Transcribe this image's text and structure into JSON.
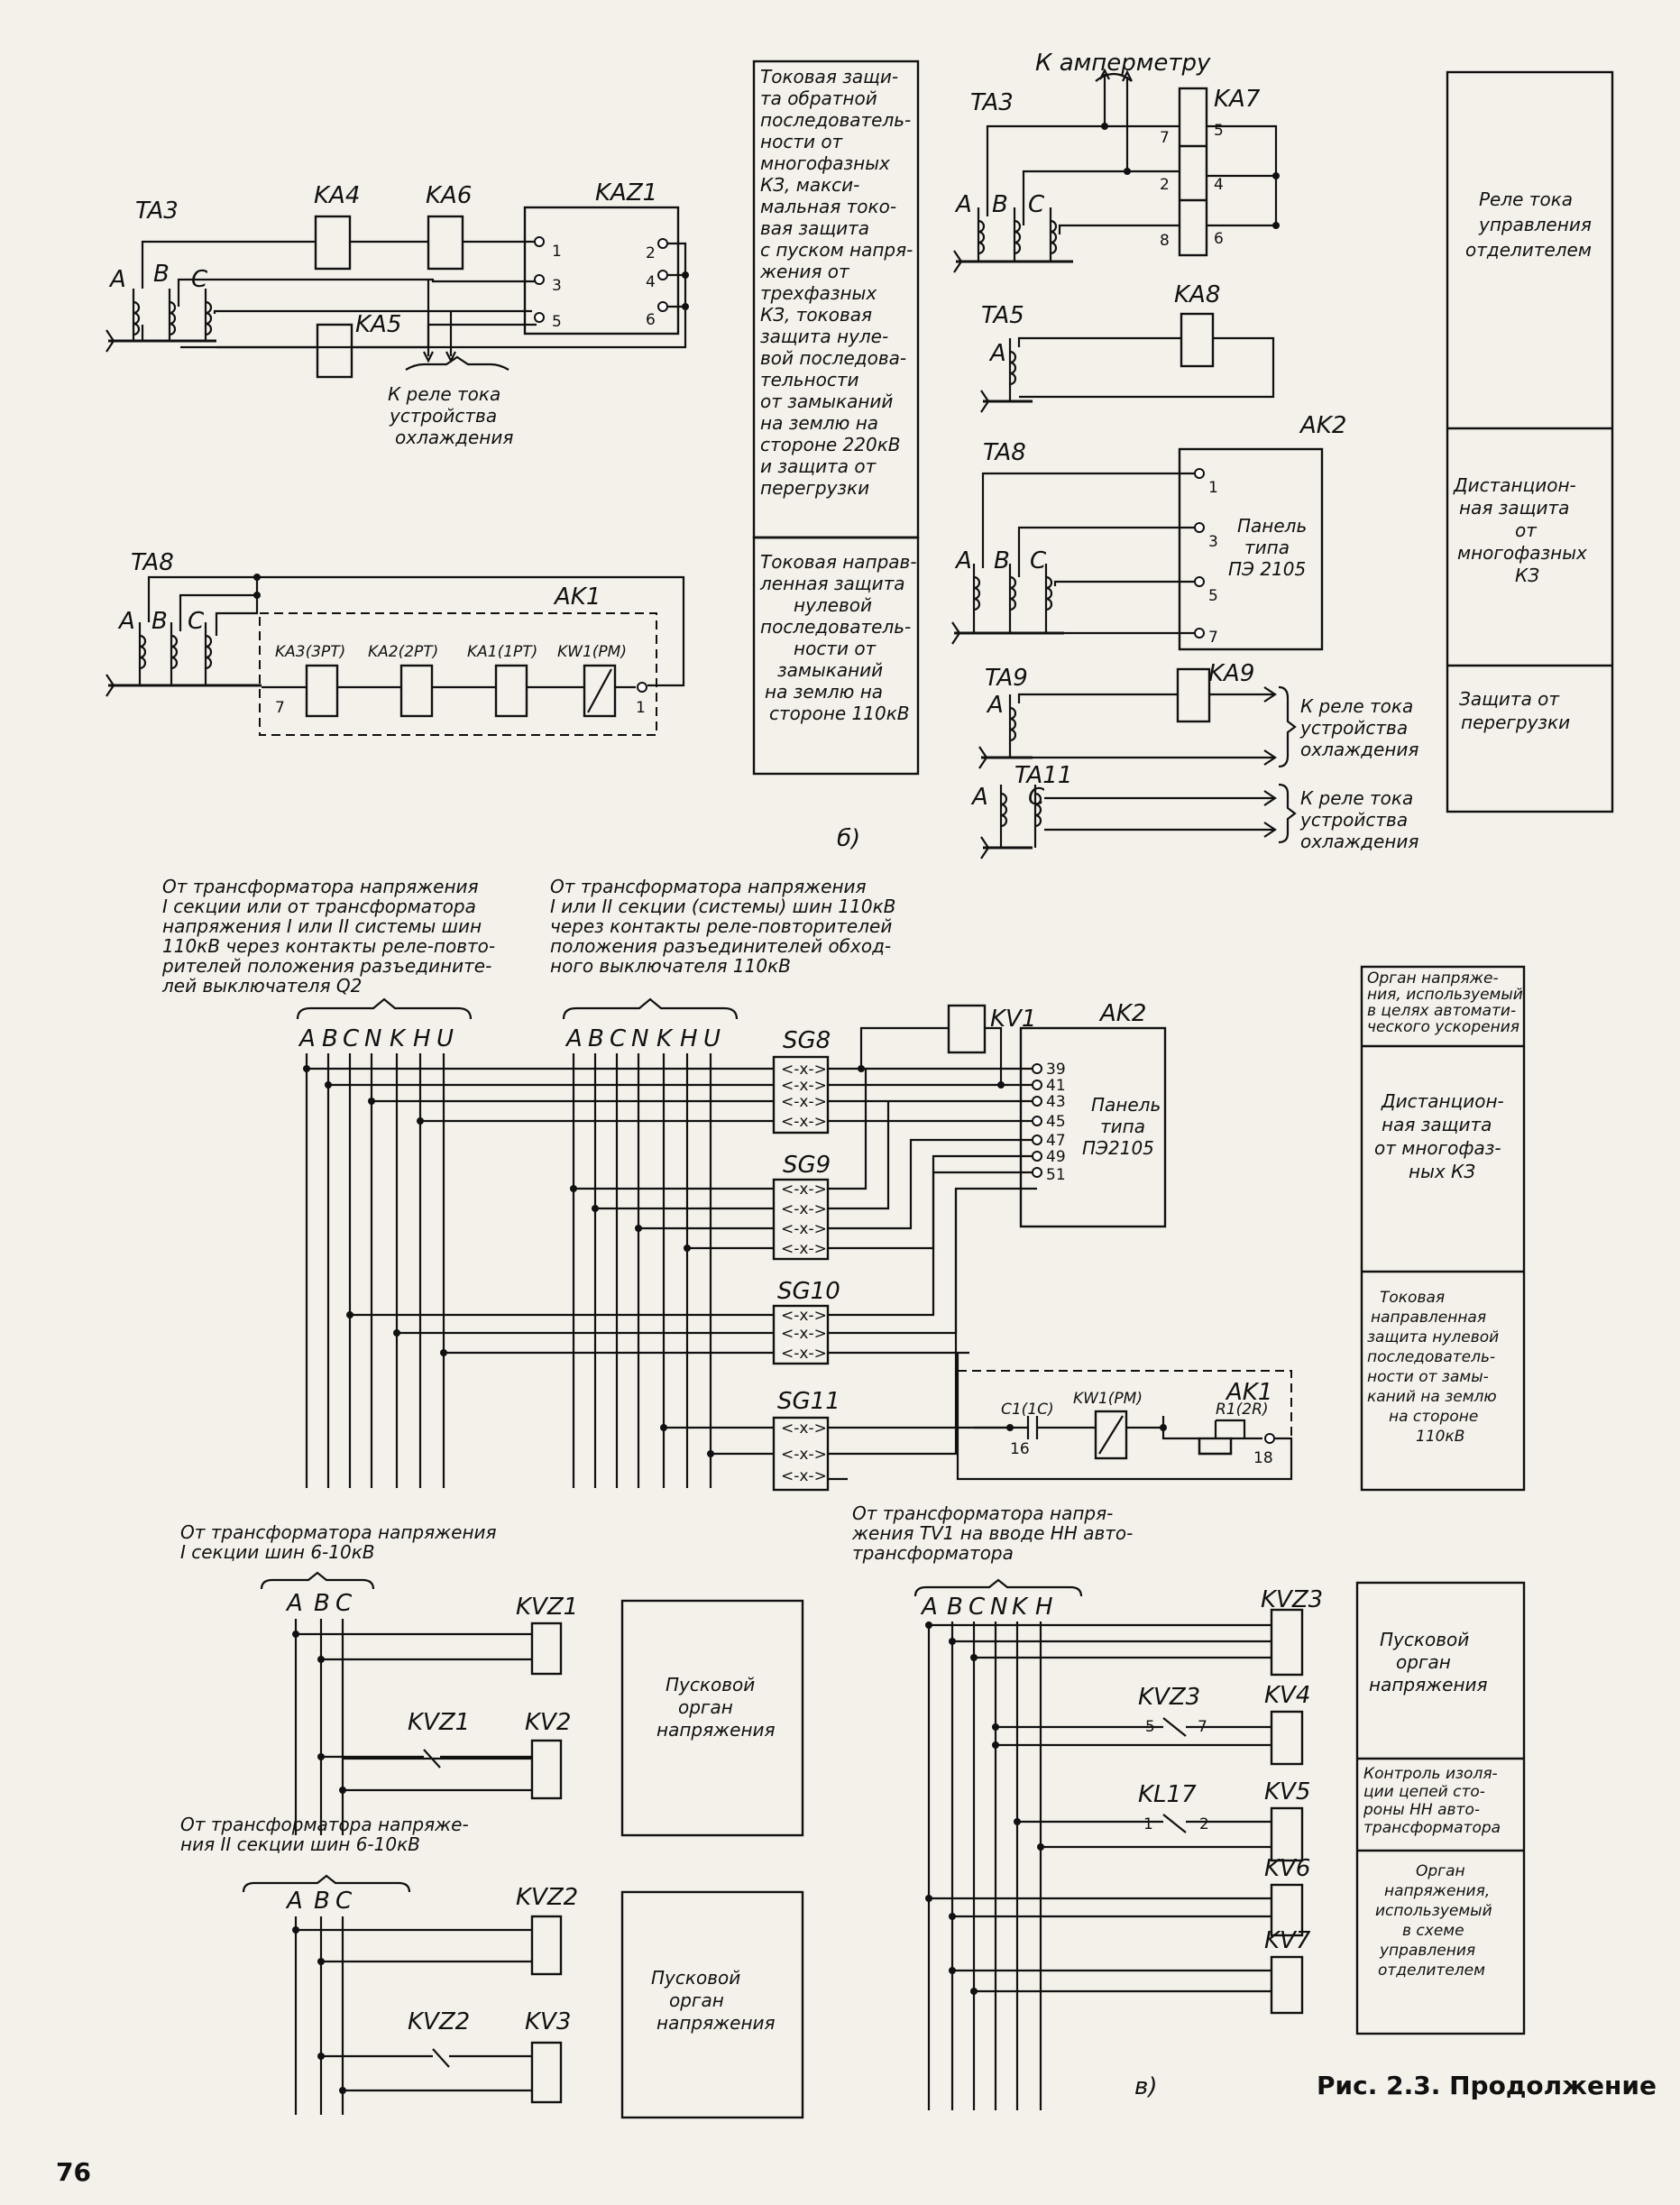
{
  "page": {
    "number": "76",
    "caption": "Рис. 2.3. Продолжение",
    "panel_b": "б)",
    "panel_c": "в)"
  },
  "top_left": {
    "ta3": "TA3",
    "phase_a": "A",
    "phase_b": "B",
    "phase_c": "C",
    "ka4": "KA4",
    "ka6": "KA6",
    "ka5": "KA5",
    "kaz1": "KAZ1",
    "kaz1_pins": [
      "1",
      "3",
      "5",
      "2",
      "4",
      "6"
    ],
    "note": [
      "К реле тока",
      "устройства",
      "охлаждения"
    ]
  },
  "ak1_panel": {
    "ta8": "TA8",
    "ak1": "AK1",
    "relays": [
      "KA3(3PT)",
      "KA2(2PT)",
      "KA1(1PT)",
      "KW1(PM)"
    ],
    "pin_in": "7",
    "pin_out": "1"
  },
  "func_b_left": [
    {
      "lines": [
        "Токовая защи-",
        "та обратной",
        "последователь-",
        "ности от",
        "многофазных",
        "КЗ, макси-",
        "мальная токо-",
        "вая защита",
        "с пуском напря-",
        "жения от",
        "трехфазных",
        "КЗ, токовая",
        "защита нуле-",
        "вой последова-",
        "тельности",
        "от замыканий",
        "на землю на",
        "стороне 220кВ",
        "и защита от",
        "перегрузки"
      ]
    },
    {
      "lines": [
        "Токовая направ-",
        "ленная защита",
        "нулевой",
        "последователь-",
        "ности от",
        "замыканий",
        "на землю на",
        "стороне 110кВ"
      ]
    }
  ],
  "top_right": {
    "ammeter": "К амперметру",
    "ta3": "TA3",
    "ka7": "KA7",
    "ka7_pins": [
      "7",
      "2",
      "8",
      "5",
      "4",
      "6"
    ],
    "ta5": "TA5",
    "ka8": "KA8",
    "ta8": "TA8",
    "ak2": "AK2",
    "ak2_panel": [
      "Панель",
      "типа",
      "ПЭ 2105"
    ],
    "ak2_pins": [
      "1",
      "3",
      "5",
      "7"
    ],
    "ta9": "TA9",
    "ka9": "KA9",
    "ta11": "TA11",
    "note1": [
      "К реле тока",
      "устройства",
      "охлаждения"
    ],
    "note2": [
      "К реле тока",
      "устройства",
      "охлаждения"
    ]
  },
  "func_b_right": [
    {
      "lines": [
        "Реле тока",
        "управления",
        "отделителем"
      ]
    },
    {
      "lines": [
        "Дистанцион-",
        "ная защита",
        "от",
        "многофазных",
        "КЗ"
      ]
    },
    {
      "lines": [
        "Защита от",
        "перегрузки"
      ]
    }
  ],
  "middle": {
    "source1": [
      "От трансформатора напряжения",
      "I секции или от трансформатора",
      "напряжения I или II системы шин",
      "110кВ через контакты реле-повто-",
      "рителей положения разъедините-",
      "лей выключателя Q2"
    ],
    "source2": [
      "От трансформатора напряжения",
      "I или II секции (системы) шин 110кВ",
      "через контакты реле-повторителей",
      "положения разъединителей обход-",
      "ного выключателя 110кВ"
    ],
    "bus_labels": [
      "A",
      "B",
      "C",
      "N",
      "K",
      "H",
      "U"
    ],
    "sg": [
      "SG8",
      "SG9",
      "SG10",
      "SG11"
    ],
    "kv1": "KV1",
    "ak2": "AK2",
    "ak2_panel": [
      "Панель",
      "типа",
      "ПЭ2105"
    ],
    "ak2_pins": [
      "39",
      "41",
      "43",
      "45",
      "47",
      "49",
      "51"
    ],
    "ak1": "AK1",
    "c1": "C1(1C)",
    "kw1": "KW1(PM)",
    "r1": "R1(2R)",
    "pin16": "16",
    "pin18": "18",
    "sg_glyph": "<-x->"
  },
  "func_c": [
    {
      "lines": [
        "Орган напряже-",
        "ния, используемый",
        "в целях автомати-",
        "ческого ускорения"
      ]
    },
    {
      "lines": [
        "Дистанцион-",
        "ная защита",
        "от многофаз-",
        "ных КЗ"
      ]
    },
    {
      "lines": [
        "Токовая",
        "направленная",
        "защита нулевой",
        "последователь-",
        "ности от замы-",
        "каний на землю",
        "на стороне",
        "110кВ"
      ]
    },
    {
      "lines": [
        "Пусковой",
        "орган",
        "напряжения"
      ]
    },
    {
      "lines": [
        "Контроль изоля-",
        "ции цепей сто-",
        "роны НН авто-",
        "трансформатора"
      ]
    },
    {
      "lines": [
        "Орган",
        "напряжения,",
        "используемый",
        "в схеме",
        "управления",
        "отделителем"
      ]
    }
  ],
  "bottom_left": {
    "source1": [
      "От трансформатора напряжения",
      "I секции шин 6-10кВ"
    ],
    "source2": [
      "От трансформатора напряже-",
      "ния II секции шин 6-10кВ"
    ],
    "bus_labels": [
      "A",
      "B",
      "C"
    ],
    "kvz1": "KVZ1",
    "kvz1_contact": "KVZ1",
    "kv2": "KV2",
    "kvz2": "KVZ2",
    "kvz2_contact": "KVZ2",
    "kv3": "KV3",
    "block": [
      "Пусковой",
      "орган",
      "напряжения"
    ]
  },
  "bottom_right": {
    "source": [
      "От трансформатора напря-",
      "жения TV1 на вводе НН авто-",
      "трансформатора"
    ],
    "bus_labels": [
      "A",
      "B",
      "C",
      "N",
      "K",
      "H"
    ],
    "kvz3": "KVZ3",
    "kvz3_contact": "KVZ3",
    "kvz3_pins": [
      "5",
      "7"
    ],
    "kv4": "KV4",
    "kl17": "KL17",
    "kl17_pins": [
      "1",
      "2"
    ],
    "kv5": "KV5",
    "kv6": "KV6",
    "kv7": "KV7"
  }
}
